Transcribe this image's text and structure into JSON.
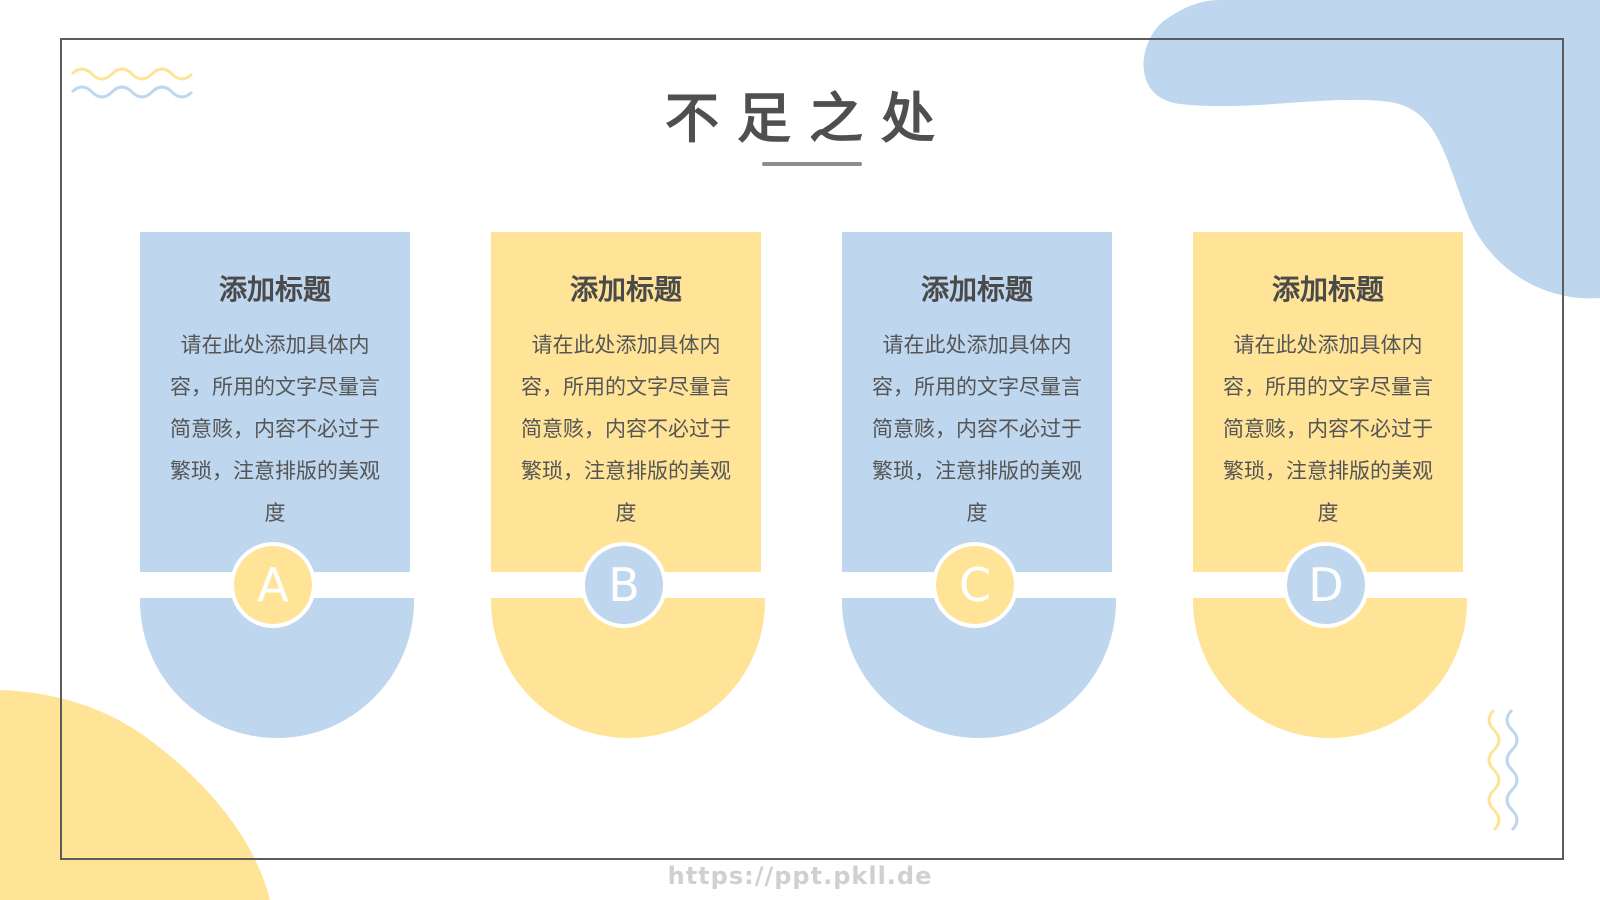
{
  "page": {
    "title": "不足之处",
    "watermark": "https://ppt.pkll.de"
  },
  "colors": {
    "blue": "#bed6ee",
    "yellow": "#ffe497",
    "title_text": "#4f4f4f",
    "body_text": "#555555",
    "frame": "#5c5c5c"
  },
  "cards": [
    {
      "heading": "添加标题",
      "body": "请在此处添加具体内容，所用的文字尽量言简意赅，内容不必过于繁琐，注意排版的美观度",
      "letter": "A",
      "panel_color": "blue",
      "badge_color": "yellow"
    },
    {
      "heading": "添加标题",
      "body": "请在此处添加具体内容，所用的文字尽量言简意赅，内容不必过于繁琐，注意排版的美观度",
      "letter": "B",
      "panel_color": "yellow",
      "badge_color": "blue"
    },
    {
      "heading": "添加标题",
      "body": "请在此处添加具体内容，所用的文字尽量言简意赅，内容不必过于繁琐，注意排版的美观度",
      "letter": "C",
      "panel_color": "blue",
      "badge_color": "yellow"
    },
    {
      "heading": "添加标题",
      "body": "请在此处添加具体内容，所用的文字尽量言简意赅，内容不必过于繁琐，注意排版的美观度",
      "letter": "D",
      "panel_color": "yellow",
      "badge_color": "blue"
    }
  ],
  "decorations": {
    "top_right": "blue-blob",
    "bottom_left": "yellow-blob",
    "top_left": "wave-lines",
    "bottom_right": "wave-lines-vertical"
  }
}
